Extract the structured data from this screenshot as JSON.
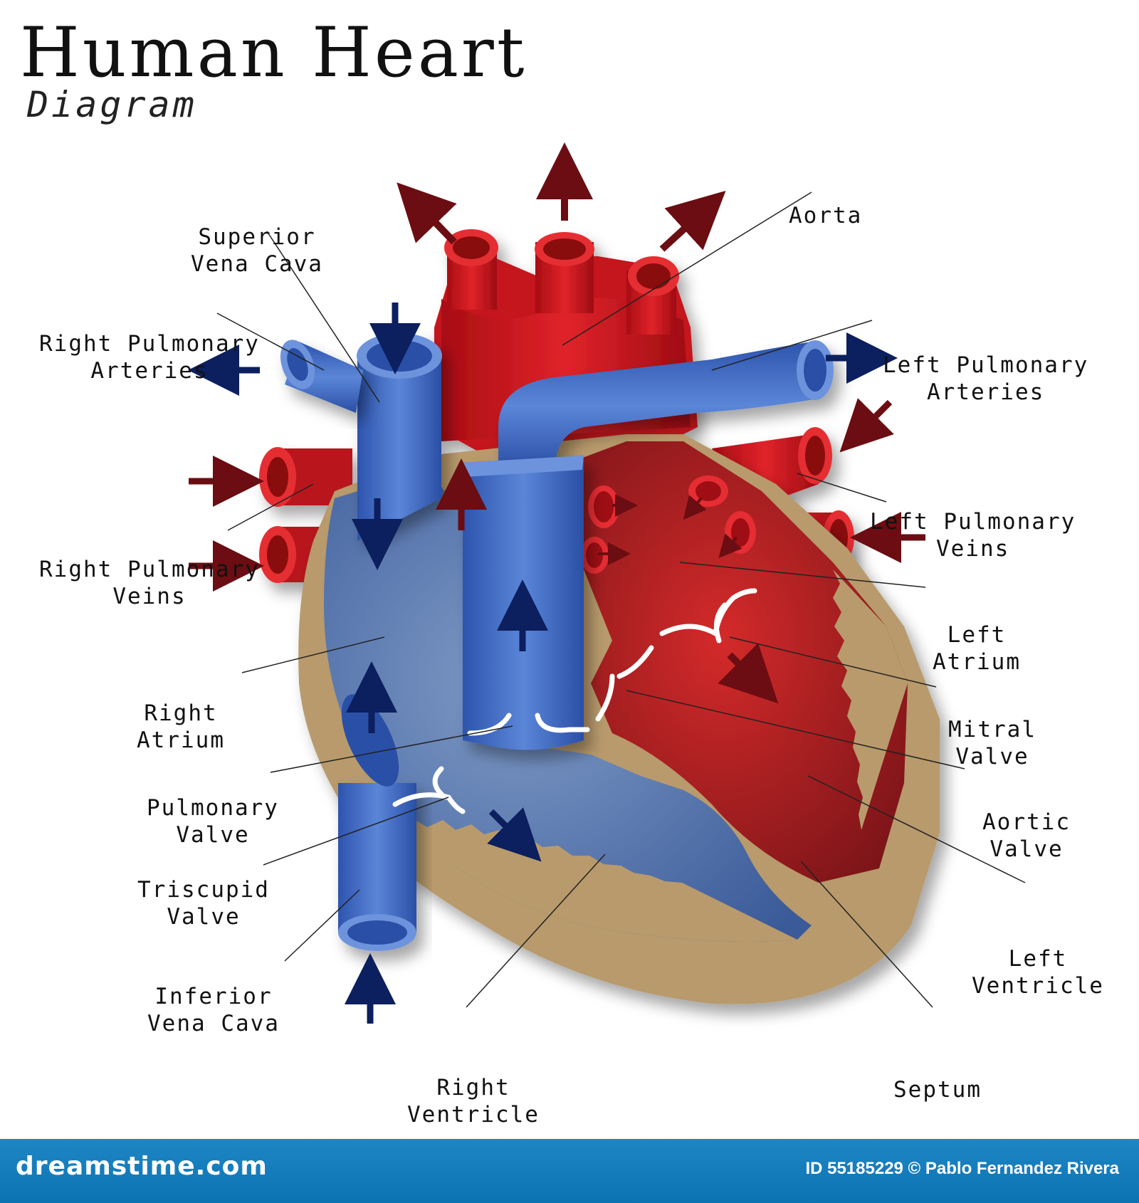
{
  "title": "Human Heart",
  "subtitle": "Diagram",
  "labels": {
    "superior_vena_cava": [
      "Superior",
      "Vena Cava"
    ],
    "aorta": [
      "Aorta"
    ],
    "right_pulmonary_arteries": [
      "Right Pulmonary",
      "Arteries"
    ],
    "left_pulmonary_arteries": [
      "Left Pulmonary",
      "Arteries"
    ],
    "left_pulmonary_veins": [
      "Left Pulmonary",
      "Veins"
    ],
    "right_pulmonary_veins": [
      "Right Pulmonary",
      "Veins"
    ],
    "left_atrium": [
      "Left",
      "Atrium"
    ],
    "right_atrium": [
      "Right",
      "Atrium"
    ],
    "mitral_valve": [
      "Mitral",
      "Valve"
    ],
    "pulmonary_valve": [
      "Pulmonary",
      "Valve"
    ],
    "aortic_valve": [
      "Aortic",
      "Valve"
    ],
    "triscupid_valve": [
      "Triscupid",
      "Valve"
    ],
    "left_ventricle": [
      "Left",
      "Ventricle"
    ],
    "inferior_vena_cava": [
      "Inferior",
      "Vena Cava"
    ],
    "right_ventricle": [
      "Right",
      "Ventricle"
    ],
    "septum": [
      "Septum"
    ]
  },
  "footer": {
    "site": "dreamstime.com",
    "credit": "ID 55185229 © Pablo Fernandez Rivera"
  },
  "colors": {
    "oxygenated": "#c8161d",
    "deoxygenated": "#3d68c2",
    "wall": "#b89a6c",
    "arrow_red": "#6b0d12",
    "arrow_blue": "#0c1f5e",
    "footer": "#1481c1"
  }
}
